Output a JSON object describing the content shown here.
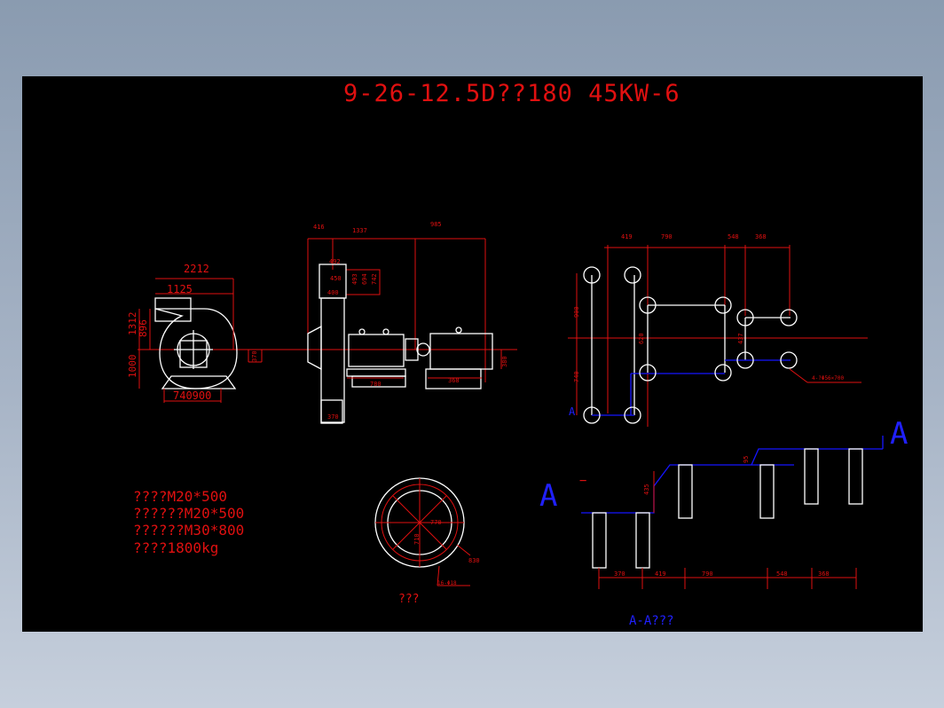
{
  "title": "9-26-12.5D??180   45KW-6",
  "side_view": {
    "dims": {
      "width_total": "2212",
      "outlet_width": "1125",
      "height_upper": "1312",
      "height_mid": "896",
      "height_lower": "1000",
      "base": "740900",
      "center": "370"
    }
  },
  "front_view": {
    "dims": {
      "d416": "416",
      "d1337": "1337",
      "d985": "985",
      "d492": "492",
      "d450": "450",
      "d400": "400",
      "d493": "493",
      "d694": "694",
      "d742": "742",
      "d780": "780",
      "d368": "368",
      "d380": "380",
      "d370": "370"
    }
  },
  "notes": {
    "line1": "????M20*500",
    "line2": "??????M20*500",
    "line3": "??????M30*800",
    "line4": "????1800kg"
  },
  "flange": {
    "label": "???",
    "dims": {
      "d770": "770",
      "d710": "710",
      "d830": "830",
      "holes": "16-Φ18"
    }
  },
  "foundation_plan": {
    "marker": "A",
    "dims": {
      "d419": "419",
      "d790": "790",
      "d548": "548",
      "d368": "368",
      "v900": "900",
      "v620": "620",
      "v437": "437",
      "v740": "740",
      "note": "4-?Φ56×700"
    }
  },
  "section": {
    "marker_left": "A",
    "marker_right": "A",
    "dash": "−",
    "title": "A-A???",
    "dims": {
      "d370": "370",
      "d419": "419",
      "d790": "790",
      "d548": "548",
      "d368": "368",
      "v435": "435",
      "v95": "95"
    }
  },
  "colors": {
    "background": "#000000",
    "dimension_red": "#e01010",
    "outline_white": "#ffffff",
    "section_blue": "#1515ff"
  }
}
